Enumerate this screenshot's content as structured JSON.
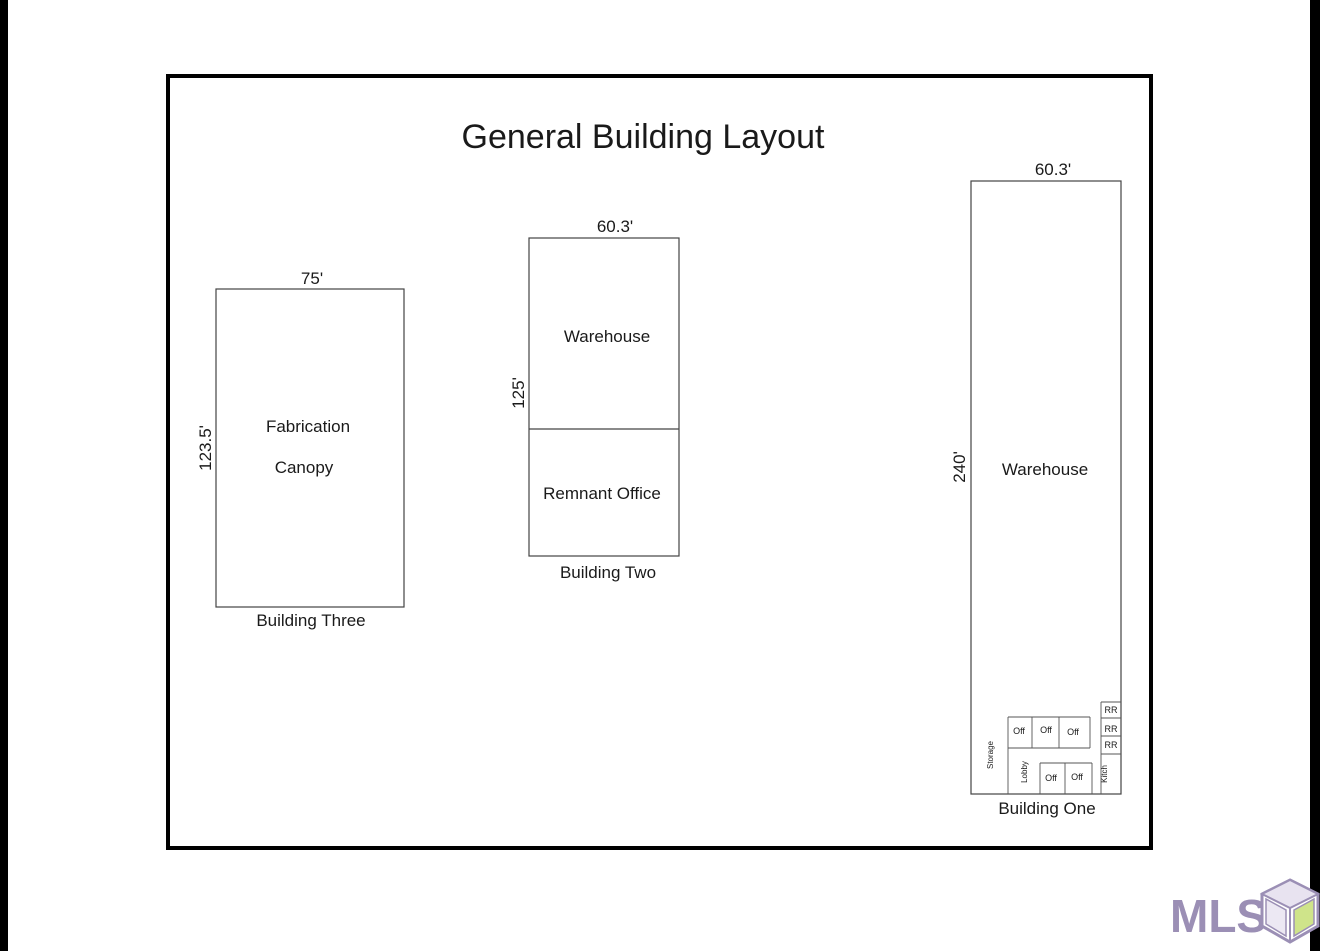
{
  "title": "General Building Layout",
  "buildings": {
    "three": {
      "name": "Building Three",
      "width_label": "75'",
      "length_label": "123.5'",
      "area_label_1": "Fabrication",
      "area_label_2": "Canopy"
    },
    "two": {
      "name": "Building Two",
      "width_label": "60.3'",
      "length_label": "125'",
      "warehouse_label": "Warehouse",
      "office_label": "Remnant Office"
    },
    "one": {
      "name": "Building One",
      "width_label": "60.3'",
      "length_label": "240'",
      "warehouse_label": "Warehouse",
      "rooms": {
        "storage": "Storage",
        "lobby": "Lobby",
        "off_top_1": "Off",
        "off_top_2": "Off",
        "off_top_3": "Off",
        "off_bottom_1": "Off",
        "off_bottom_2": "Off",
        "rr_1": "RR",
        "rr_2": "RR",
        "rr_3": "RR",
        "kitchen": "Kitch"
      }
    }
  },
  "watermark": {
    "text": "MLS",
    "color": "#9b8fb5"
  }
}
